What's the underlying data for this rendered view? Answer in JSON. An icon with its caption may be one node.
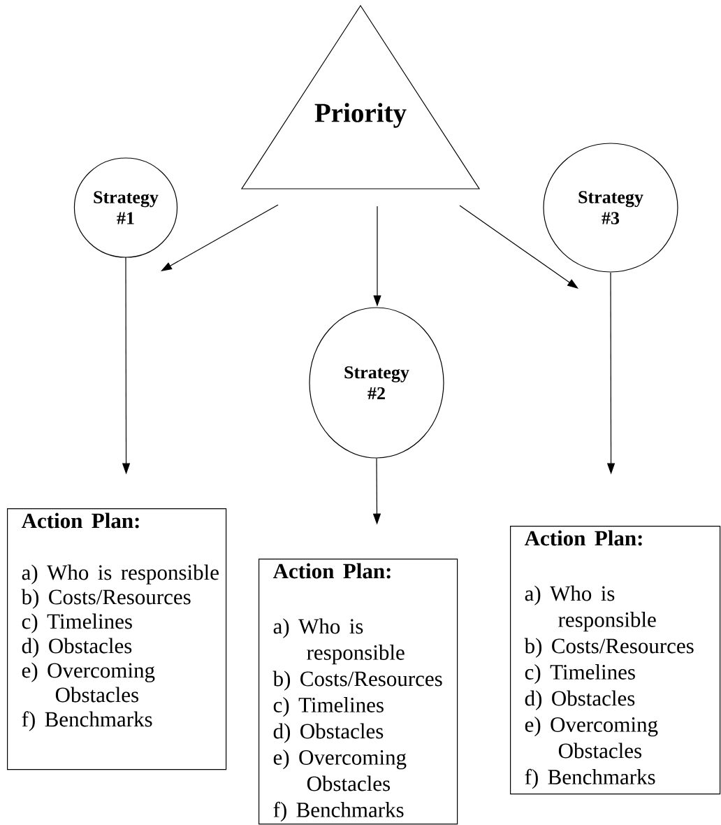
{
  "diagram": {
    "nodes": [
      {
        "text": [
          "Priority"
        ]
      },
      {
        "text": [
          "Strategy #1"
        ]
      },
      {
        "text": [
          "Strategy #2"
        ]
      },
      {
        "text": [
          "Strategy #3"
        ]
      },
      {
        "text": [
          "Action Plan:",
          "a) Who is responsible",
          "b) Costs/Resources",
          "c) Timelines",
          "d) Obstacles",
          "e) Overcoming Obstacles",
          "f) Benchmarks"
        ]
      },
      {
        "text": [
          "Action Plan:",
          "a) Who is responsible",
          "b) Costs/Resources",
          "c) Timelines",
          "d) Obstacles",
          "e) Overcoming Obstacles",
          "f) Benchmarks"
        ]
      },
      {
        "text": [
          "Action Plan:",
          "a) Who is responsible",
          "b) Costs/Resources",
          "c) Timelines",
          "d) Obstacles",
          "e) Overcoming Obstacles",
          "f) Benchmarks"
        ]
      }
    ],
    "edges": [
      {
        "from": 0,
        "to": 1,
        "arrow": "to"
      },
      {
        "from": 0,
        "to": 2,
        "arrow": "to"
      },
      {
        "from": 0,
        "to": 3,
        "arrow": "to"
      },
      {
        "from": 1,
        "to": 4,
        "arrow": "to"
      },
      {
        "from": 2,
        "to": 5,
        "arrow": "to"
      },
      {
        "from": 3,
        "to": 6,
        "arrow": "to"
      }
    ]
  }
}
